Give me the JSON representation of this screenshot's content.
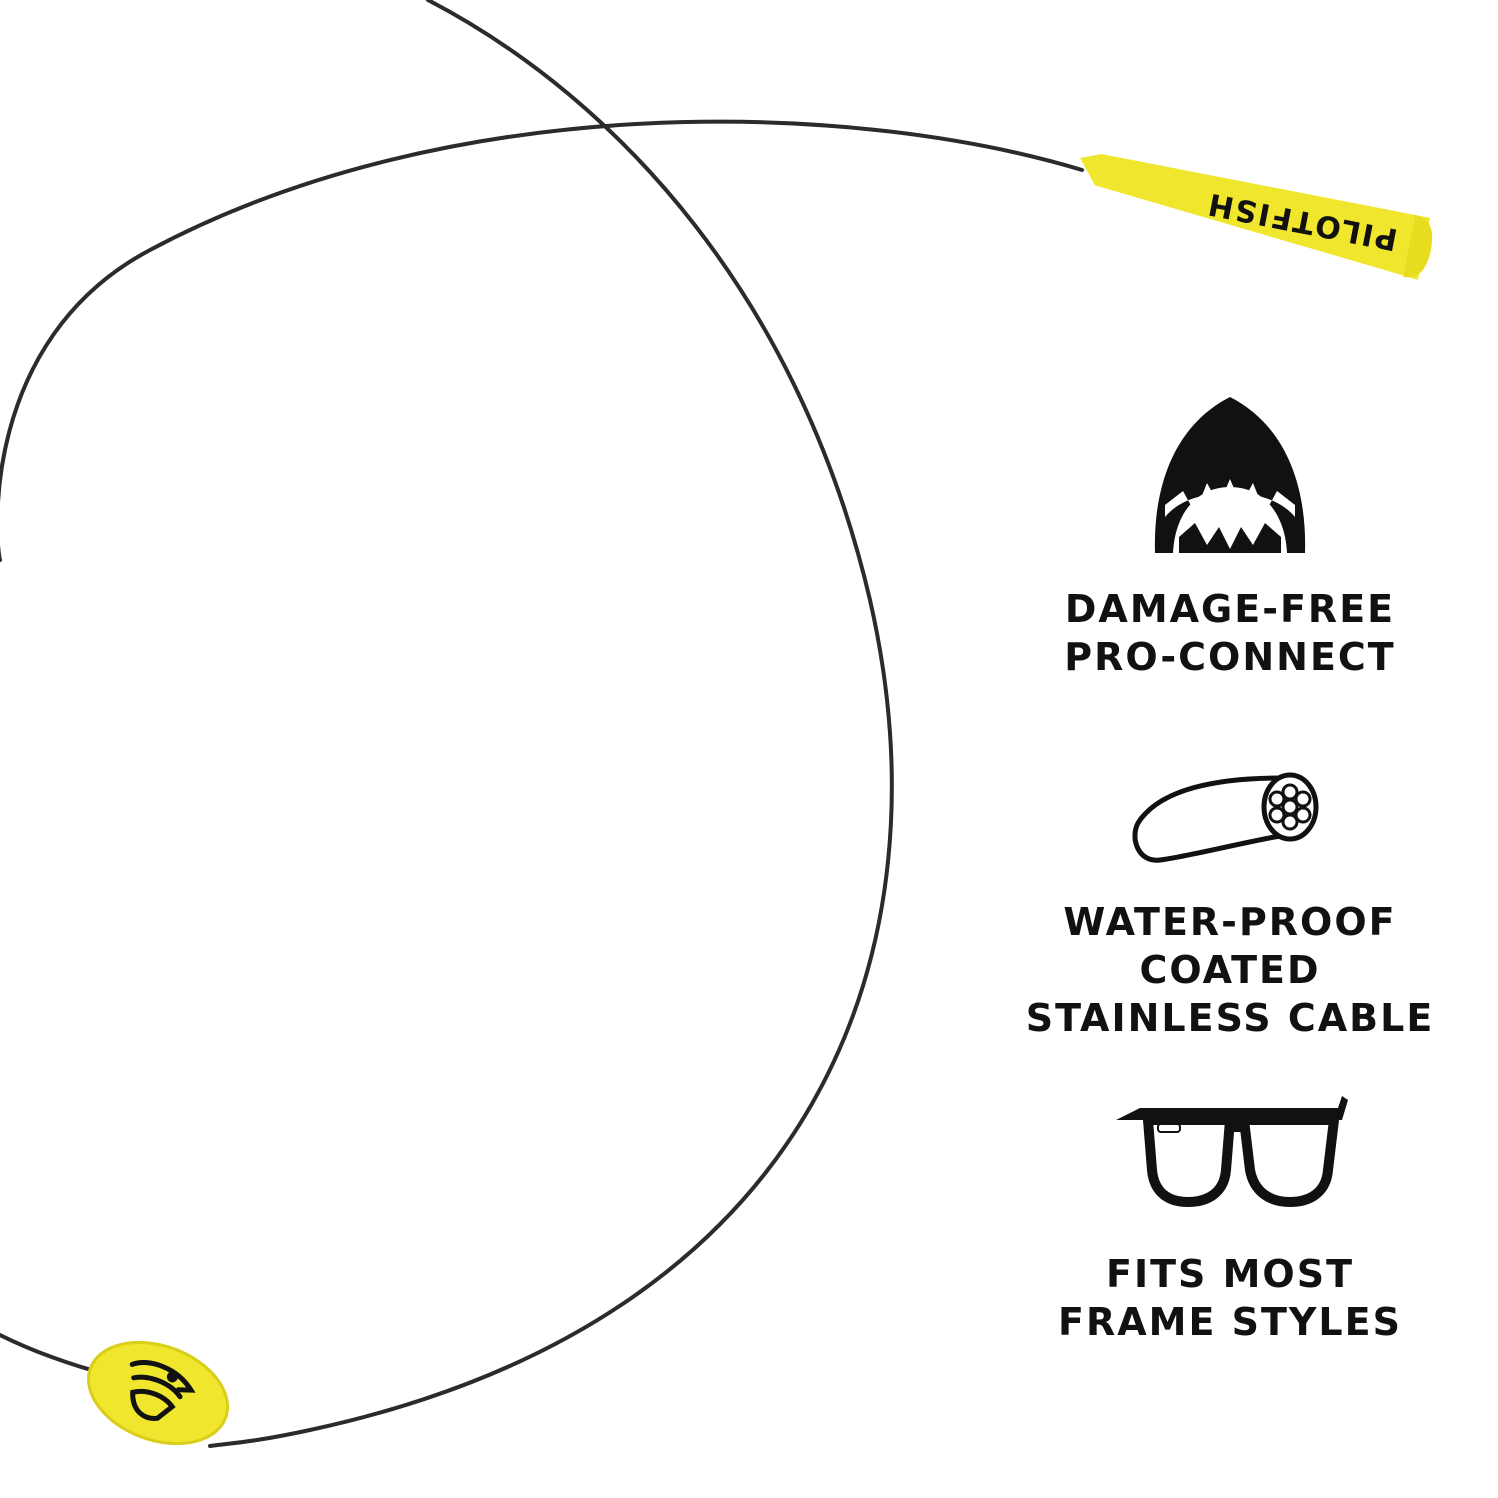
{
  "brand": {
    "tip_label": "PILOTFISH",
    "accent_color": "#f0e62d",
    "cable_color": "#2b2b2b"
  },
  "features": [
    {
      "icon": "shark-mouth-icon",
      "line1": "DAMAGE-FREE",
      "line2": "PRO-CONNECT"
    },
    {
      "icon": "coated-cable-icon",
      "line1": "WATER-PROOF COATED",
      "line2": "STAINLESS CABLE"
    },
    {
      "icon": "eyeglasses-icon",
      "line1": "FITS MOST",
      "line2": "FRAME STYLES"
    }
  ]
}
